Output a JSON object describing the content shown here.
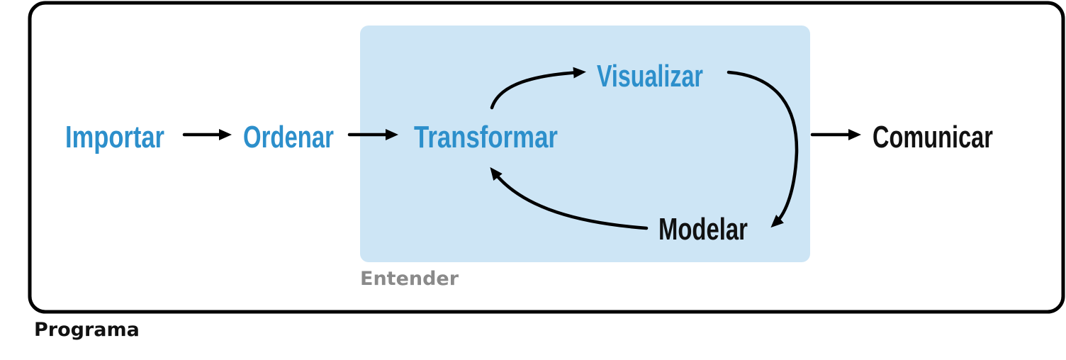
{
  "outer_label": "Programa",
  "inner_label": "Entender",
  "nodes": {
    "import": "Importar",
    "tidy": "Ordenar",
    "transform": "Transformar",
    "visualize": "Visualizar",
    "model": "Modelar",
    "communicate": "Comunicar"
  },
  "colors": {
    "blue_text": "#2c8fcb",
    "black_text": "#111111",
    "inner_fill": "#cde5f5",
    "caption_gray": "#8a8a8a",
    "frame": "#000000"
  }
}
